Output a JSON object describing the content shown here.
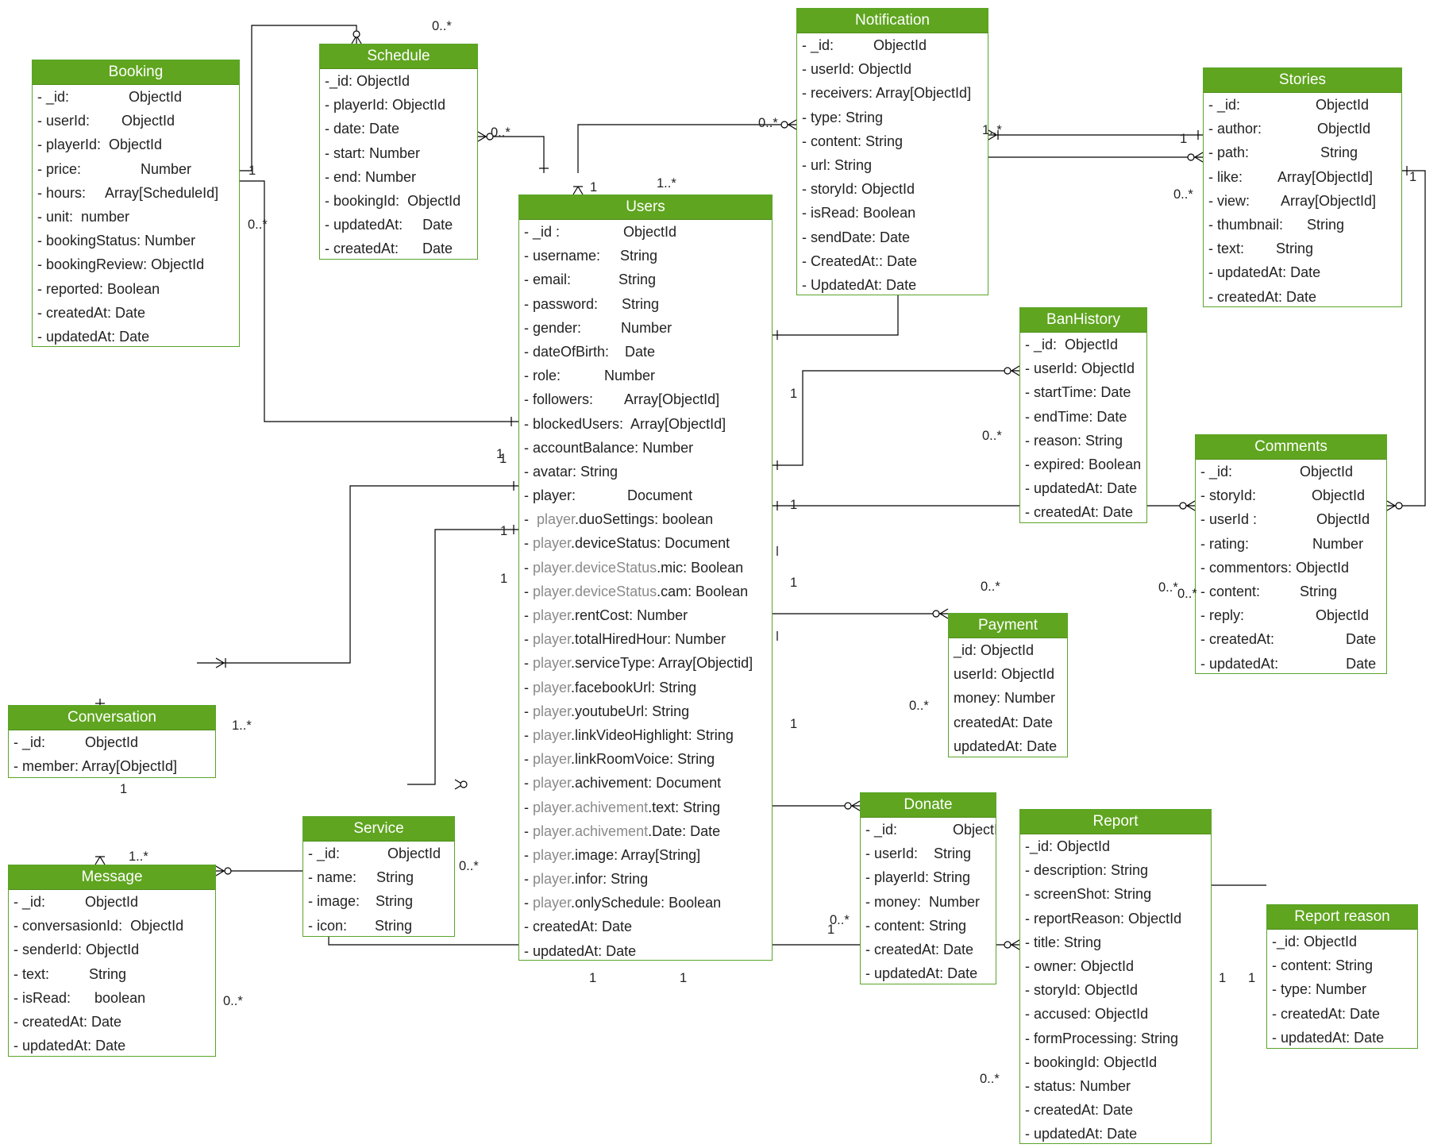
{
  "colors": {
    "header": "#5fa51f",
    "border": "#5aa52a",
    "line": "#000000",
    "prefix": "#8a8a8a"
  },
  "entities": {
    "booking": {
      "title": "Booking",
      "rows": [
        "- _id:               ObjectId",
        "- userId:        ObjectId",
        "- playerId:  ObjectId",
        "- price:               Number",
        "- hours:     Array[ScheduleId]",
        "- unit:  number",
        "- bookingStatus: Number",
        "- bookingReview: ObjectId",
        "- reported: Boolean",
        "- createdAt: Date",
        "- updatedAt: Date"
      ]
    },
    "schedule": {
      "title": "Schedule",
      "rows": [
        "-_id: ObjectId",
        "- playerId: ObjectId",
        "- date: Date",
        "- start: Number",
        "- end: Number",
        "- bookingId:  ObjectId",
        "- updatedAt:     Date",
        "- createdAt:      Date"
      ]
    },
    "notification": {
      "title": "Notification",
      "rows": [
        "- _id:          ObjectId",
        "- userId: ObjectId",
        "- receivers: Array[ObjectId]",
        "- type: String",
        "- content: String",
        "- url: String",
        "- storyId: ObjectId",
        "- isRead: Boolean",
        "- sendDate: Date",
        "- CreatedAt:: Date",
        "- UpdatedAt: Date"
      ]
    },
    "stories": {
      "title": "Stories",
      "rows": [
        "- _id:                   ObjectId",
        "- author:              ObjectId",
        "- path:                  String",
        "- like:         Array[ObjectId]",
        "- view:        Array[ObjectId]",
        "- thumbnail:      String",
        "- text:        String",
        "- updatedAt: Date",
        "- createdAt: Date"
      ]
    },
    "users": {
      "title": "Users",
      "rows": [
        {
          "t": "- _id :                ObjectId"
        },
        {
          "t": "- username:     String"
        },
        {
          "t": "- email:            String"
        },
        {
          "t": "- password:      String"
        },
        {
          "t": "- gender:          Number"
        },
        {
          "t": "- dateOfBirth:    Date"
        },
        {
          "t": "- role:           Number"
        },
        {
          "t": "- followers:        Array[ObjectId]"
        },
        {
          "t": "- blockedUsers:  Array[ObjectId]"
        },
        {
          "t": "- accountBalance: Number"
        },
        {
          "t": "- avatar: String"
        },
        {
          "t": "- player:             Document"
        },
        {
          "pre": "-  ",
          "p": "player",
          "t": ".duoSettings: boolean"
        },
        {
          "pre": "- ",
          "p": "player",
          "t": ".deviceStatus: Document"
        },
        {
          "pre": "- ",
          "p": "player.deviceStatus",
          "t": ".mic: Boolean"
        },
        {
          "pre": "- ",
          "p": "player.deviceStatus",
          "t": ".cam: Boolean"
        },
        {
          "pre": "- ",
          "p": "player",
          "t": ".rentCost: Number"
        },
        {
          "pre": "- ",
          "p": "player",
          "t": ".totalHiredHour: Number"
        },
        {
          "pre": "- ",
          "p": "player",
          "t": ".serviceType: Array[Objectid]"
        },
        {
          "pre": "- ",
          "p": "player",
          "t": ".facebookUrl: String"
        },
        {
          "pre": "- ",
          "p": "player",
          "t": ".youtubeUrl: String"
        },
        {
          "pre": "- ",
          "p": "player",
          "t": ".linkVideoHighlight: String"
        },
        {
          "pre": "- ",
          "p": "player",
          "t": ".linkRoomVoice: String"
        },
        {
          "pre": "- ",
          "p": "player",
          "t": ".achivement: Document"
        },
        {
          "pre": "- ",
          "p": "player.achivement",
          "t": ".text: String"
        },
        {
          "pre": "- ",
          "p": "player.achivement",
          "t": ".Date: Date"
        },
        {
          "pre": "- ",
          "p": "player",
          "t": ".image: Array[String]"
        },
        {
          "pre": "- ",
          "p": "player",
          "t": ".infor: String"
        },
        {
          "pre": "- ",
          "p": "player",
          "t": ".onlySchedule: Boolean"
        },
        {
          "t": "- createdAt: Date"
        },
        {
          "t": "- updatedAt: Date"
        }
      ]
    },
    "banhistory": {
      "title": "BanHistory",
      "rows": [
        "- _id:  ObjectId",
        "- userId: ObjectId",
        "- startTime: Date",
        "- endTime: Date",
        "- reason: String",
        "- expired: Boolean",
        "- updatedAt: Date",
        "- createdAt: Date"
      ]
    },
    "comments": {
      "title": "Comments",
      "rows": [
        "- _id:                 ObjectId",
        "- storyId:              ObjectId",
        "- userId :               ObjectId",
        "- rating:                Number",
        "- commentors: ObjectId",
        "- content:          String",
        "- reply:                  ObjectId",
        "- createdAt:                  Date",
        "- updatedAt:                 Date"
      ]
    },
    "payment": {
      "title": "Payment",
      "rows": [
        "_id: ObjectId",
        "userId: ObjectId",
        "money: Number",
        "createdAt: Date",
        "updatedAt: Date"
      ]
    },
    "conversation": {
      "title": "Conversation",
      "rows": [
        "- _id:          ObjectId",
        "- member: Array[ObjectId]"
      ]
    },
    "service": {
      "title": "Service",
      "rows": [
        "- _id:            ObjectId",
        "- name:     String",
        "- image:    String",
        "- icon:       String"
      ]
    },
    "donate": {
      "title": "Donate",
      "rows": [
        "- _id:              ObjectId",
        "- userId:    String",
        "- playerId: String",
        "- money:  Number",
        "- content: String",
        "- createdAt: Date",
        "- updatedAt: Date"
      ]
    },
    "report": {
      "title": "Report",
      "rows": [
        "-_id: ObjectId",
        "- description: String",
        "- screenShot: String",
        "- reportReason: ObjectId",
        "- title: String",
        "- owner: ObjectId",
        "- storyId: ObjectId",
        "- accused: ObjectId",
        "- formProcessing: String",
        "- bookingId: ObjectId",
        "- status: Number",
        "- createdAt: Date",
        "- updatedAt: Date"
      ]
    },
    "reportreason": {
      "title": "Report reason",
      "rows": [
        "-_id: ObjectId",
        "- content: String",
        "- type: Number",
        "- createdAt: Date",
        "- updatedAt: Date"
      ]
    },
    "message": {
      "title": "Message",
      "rows": [
        "- _id:          ObjectId",
        "- conversasionId:  ObjectId",
        "- senderId: ObjectId",
        "- text:          String",
        "- isRead:      boolean",
        "- createdAt: Date",
        "- updatedAt: Date"
      ]
    }
  },
  "multiplicities": [
    {
      "id": "m1",
      "text": "0..*"
    },
    {
      "id": "m2",
      "text": "1"
    },
    {
      "id": "m3",
      "text": "0..*"
    },
    {
      "id": "m4",
      "text": "0..*"
    },
    {
      "id": "m5",
      "text": "1"
    },
    {
      "id": "m6",
      "text": "0..*"
    },
    {
      "id": "m7",
      "text": "1..*"
    },
    {
      "id": "m8",
      "text": "1..*"
    },
    {
      "id": "m9",
      "text": "1"
    },
    {
      "id": "m10",
      "text": "0..*"
    },
    {
      "id": "m11",
      "text": "1"
    },
    {
      "id": "m12",
      "text": "1"
    },
    {
      "id": "m13",
      "text": "0..*"
    },
    {
      "id": "m14",
      "text": "1"
    },
    {
      "id": "m15",
      "text": "1"
    },
    {
      "id": "m16",
      "text": "0..*"
    },
    {
      "id": "m17",
      "text": "1"
    },
    {
      "id": "m18",
      "text": "0..*"
    },
    {
      "id": "m19",
      "text": "0..*"
    },
    {
      "id": "m20",
      "text": "1"
    },
    {
      "id": "m21",
      "text": "1"
    },
    {
      "id": "m22",
      "text": "1..*"
    },
    {
      "id": "m23",
      "text": "1"
    },
    {
      "id": "m24",
      "text": "1..*"
    },
    {
      "id": "m25",
      "text": "1"
    },
    {
      "id": "m26",
      "text": "0..*"
    },
    {
      "id": "m27",
      "text": "1"
    },
    {
      "id": "m28",
      "text": "0..*"
    },
    {
      "id": "m29",
      "text": "1"
    },
    {
      "id": "m30",
      "text": "0..*"
    },
    {
      "id": "m31",
      "text": "1"
    },
    {
      "id": "m32",
      "text": "0..*"
    },
    {
      "id": "m33",
      "text": "1"
    },
    {
      "id": "m34",
      "text": "0..*"
    },
    {
      "id": "m35",
      "text": "1"
    },
    {
      "id": "m36",
      "text": "1"
    }
  ]
}
